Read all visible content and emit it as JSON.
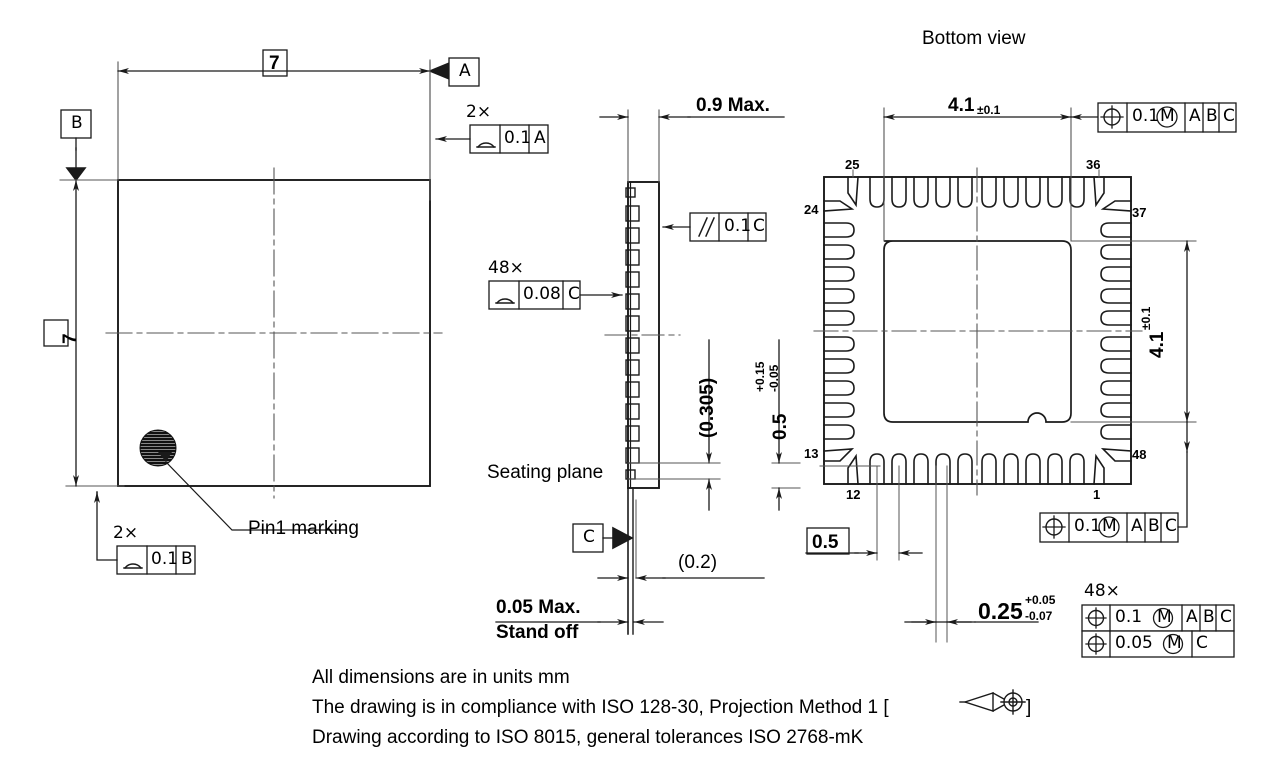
{
  "drawing": {
    "title_bottom_view": "Bottom view",
    "notes": [
      "All dimensions are in units mm",
      "The drawing is in compliance with ISO 128-30, Projection Method 1 [",
      "]",
      "Drawing according to ISO 8015, general tolerances ISO 2768-mK"
    ],
    "note_line1": "All dimensions are in units mm",
    "note_line2_pre": "The drawing is in compliance with ISO 128-30, Projection Method 1 [",
    "note_line2_post": "]",
    "note_line3": "Drawing according to ISO 8015, general tolerances ISO 2768-mK"
  },
  "top_view": {
    "width_dim": "7",
    "height_dim": "7",
    "datum_a": "A",
    "datum_b": "B",
    "pin1_label": "Pin1 marking",
    "fcf_top_right": {
      "multiplier": "2×",
      "symbol": "flatness-profile-icon",
      "tolerance": "0.1",
      "datum": "A"
    },
    "fcf_bottom_left": {
      "multiplier": "2×",
      "symbol": "flatness-profile-icon",
      "tolerance": "0.1",
      "datum": "B"
    }
  },
  "side_view": {
    "overall_height": "0.9 Max.",
    "lead_thickness": "(0.305)",
    "lead_width_ref": "(0.2)",
    "terminal_height": "0.5",
    "terminal_tol_upper": "+0.15",
    "terminal_tol_lower": "-0.05",
    "seating_plane_label": "Seating plane",
    "datum_c": "C",
    "stand_off_value": "0.05 Max.",
    "stand_off_label": "Stand off",
    "fcf_parallel": {
      "symbol": "parallelism-icon",
      "tolerance": "0.1",
      "datum": "C"
    },
    "fcf_profile": {
      "multiplier": "48×",
      "symbol": "flatness-profile-icon",
      "tolerance": "0.08",
      "datum": "C"
    }
  },
  "bottom_view": {
    "pad_width": "4.1",
    "pad_width_tol": "±0.1",
    "pad_height": "4.1",
    "pad_height_tol": "±0.1",
    "pitch": "0.5",
    "terminal_width": "0.25",
    "terminal_width_tol_upper": "+0.05",
    "terminal_width_tol_lower": "-0.07",
    "pin_numbers": {
      "top_left": "25",
      "top_right": "36",
      "left_top": "24",
      "left_bottom": "13",
      "right_top": "37",
      "right_bottom": "48",
      "bottom_left": "12",
      "bottom_right": "1"
    },
    "pins_per_side": 12,
    "fcf_top": {
      "symbol": "position-icon",
      "tolerance": "0.1",
      "modifier": "M",
      "datums": [
        "A",
        "B",
        "C"
      ]
    },
    "fcf_right": {
      "symbol": "position-icon",
      "tolerance": "0.1",
      "modifier": "M",
      "datums": [
        "A",
        "B",
        "C"
      ]
    },
    "fcf_terminals": {
      "multiplier": "48×",
      "row1": {
        "symbol": "position-icon",
        "tolerance": "0.1",
        "modifier": "M",
        "datums": [
          "A",
          "B",
          "C"
        ]
      },
      "row2": {
        "symbol": "position-icon",
        "tolerance": "0.05",
        "modifier": "M",
        "datums": [
          "C"
        ]
      }
    }
  },
  "colors": {
    "line": "#1a1a1a",
    "thin": "#555555",
    "background": "#ffffff"
  }
}
